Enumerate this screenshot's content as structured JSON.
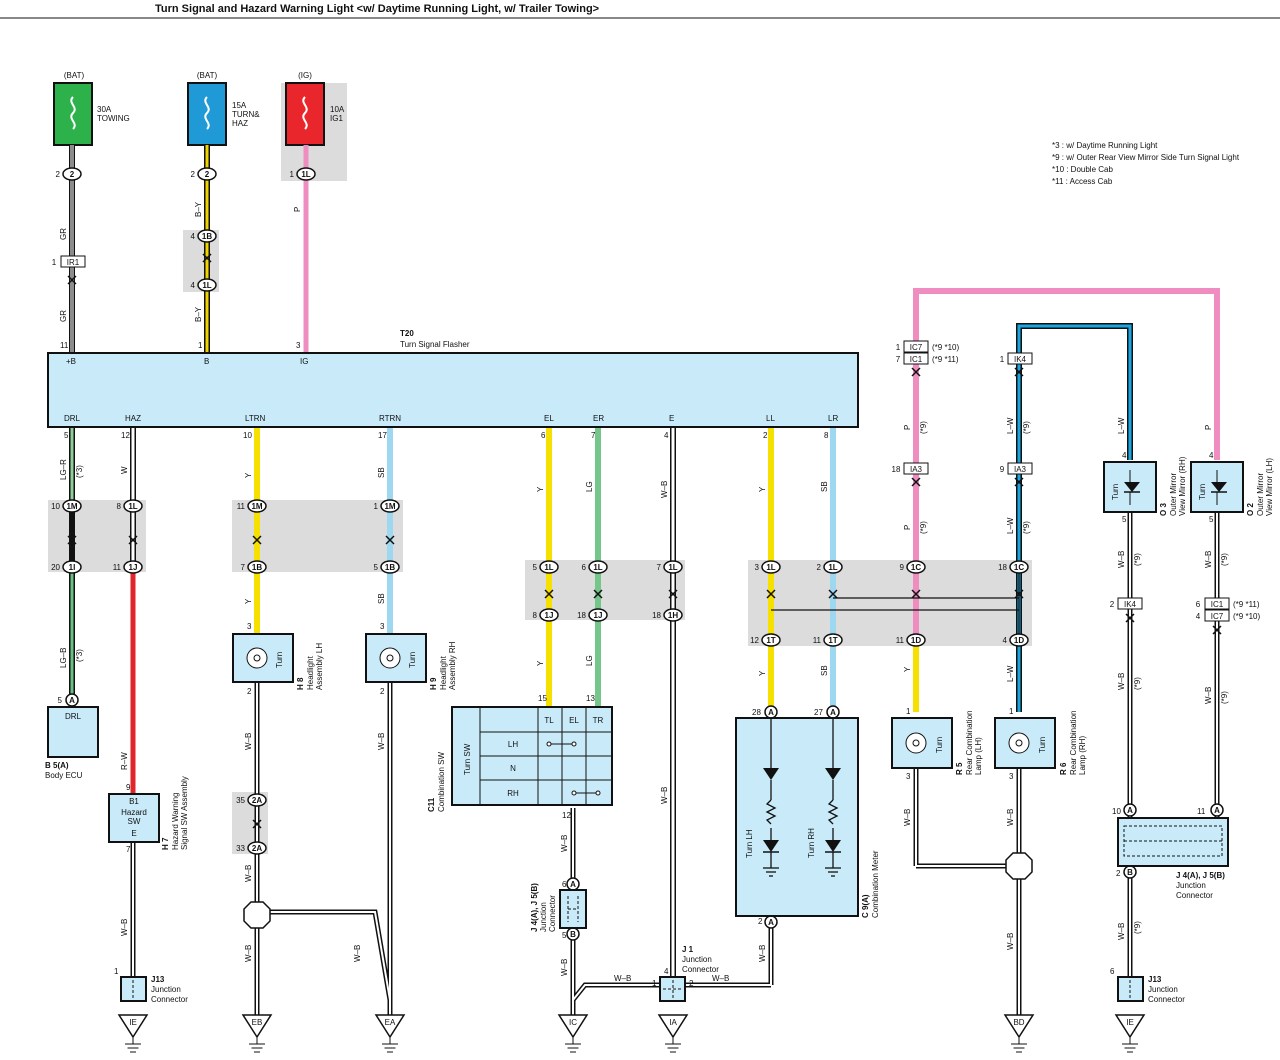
{
  "title": "Turn Signal and Hazard Warning Light <w/ Daytime Running Light, w/ Trailer Towing>",
  "notes": [
    "*3 : w/ Daytime Running Light",
    "*9 : w/ Outer Rear View Mirror Side Turn Signal Light",
    "*10 : Double Cab",
    "*11 : Access Cab"
  ],
  "colors": {
    "GR": "#8c8c8c",
    "B-Y": "#f0d400",
    "P": "#ef8cc0",
    "LG-R": "#8fcf9a",
    "W": "#ffffff",
    "Y": "#f5e000",
    "SB": "#9ed8f0",
    "LG": "#74c68a",
    "W-B": "#ffffff",
    "R-W": "#e0262b",
    "LG-B": "#6cbf82",
    "L-W": "#1aa6e0",
    "gray_box": "#dcdcdc",
    "comp_fill": "#c9ebf9"
  },
  "fuses": [
    {
      "source": "(BAT)",
      "amp": "30A",
      "name1": "TOWING",
      "name2": "",
      "color": "#2db14b",
      "pin": "2",
      "conn": "2"
    },
    {
      "source": "(BAT)",
      "amp": "15A",
      "name1": "TURN&",
      "name2": "HAZ",
      "color": "#1f9ad6",
      "pin": "2",
      "conn": "2"
    },
    {
      "source": "(IG)",
      "amp": "10A",
      "name1": "IG1",
      "name2": "",
      "color": "#e8262b",
      "pin": "1",
      "conn": "1L"
    }
  ],
  "flasher": {
    "id": "T20",
    "name": "Turn Signal Flasher",
    "top_pins": [
      {
        "label": "+B",
        "num": "11"
      },
      {
        "label": "B",
        "num": "1"
      },
      {
        "label": "IG",
        "num": "3"
      }
    ],
    "bottom_pins": [
      {
        "label": "DRL",
        "num": "5"
      },
      {
        "label": "HAZ",
        "num": "12"
      },
      {
        "label": "LTRN",
        "num": "10"
      },
      {
        "label": "RTRN",
        "num": "17"
      },
      {
        "label": "EL",
        "num": "6"
      },
      {
        "label": "ER",
        "num": "7"
      },
      {
        "label": "E",
        "num": "4"
      },
      {
        "label": "LL",
        "num": "2"
      },
      {
        "label": "LR",
        "num": "8"
      }
    ]
  },
  "components": {
    "body_ecu": {
      "label": "DRL",
      "id": "B 5(A)",
      "name": "Body ECU",
      "pin": "5",
      "conn": "A"
    },
    "hazard_sw": {
      "pin_top": "B1",
      "label1": "Hazard",
      "label2": "SW",
      "pin_bot": "E",
      "id": "H 7",
      "name1": "Hazard Warning",
      "name2": "Signal SW Assembly",
      "num_top": "9",
      "num_bot": "7"
    },
    "headlight_lh": {
      "text": "Turn",
      "id": "H 8",
      "name1": "Headlight",
      "name2": "Assembly LH",
      "pin_top": "3",
      "pin_bot": "2"
    },
    "headlight_rh": {
      "text": "Turn",
      "id": "H 9",
      "name1": "Headlight",
      "name2": "Assembly RH",
      "pin_top": "3",
      "pin_bot": "2"
    },
    "combo_sw": {
      "id": "C11",
      "name": "Combination SW",
      "row_header": "Turn SW",
      "cols": [
        "TL",
        "EL",
        "TR"
      ],
      "rows": [
        "LH",
        "N",
        "RH"
      ],
      "pin_tl": "15",
      "pin_tr": "13",
      "pin_bot": "12"
    },
    "combo_meter": {
      "id": "C 9(A)",
      "name": "Combination Meter",
      "lh": "Turn LH",
      "rh": "Turn RH",
      "pin_l": "28",
      "pin_r": "27",
      "conn": "A",
      "pin_bot": "2"
    },
    "rear_lh": {
      "text": "Turn",
      "id": "R 5",
      "name1": "Rear Combination",
      "name2": "Lamp (LH)",
      "pin_top": "1",
      "pin_bot": "3"
    },
    "rear_rh": {
      "text": "Turn",
      "id": "R 6",
      "name1": "Rear Combination",
      "name2": "Lamp (RH)",
      "pin_top": "1",
      "pin_bot": "3"
    },
    "mirror_rh": {
      "text": "Turn",
      "id": "O 3",
      "name1": "Outer Mirror",
      "name2": "View Mirror (RH)",
      "pin_top": "4",
      "pin_bot": "5"
    },
    "mirror_lh": {
      "text": "Turn",
      "id": "O 2",
      "name1": "Outer Mirror",
      "name2": "View Mirror (LH)",
      "pin_top": "4",
      "pin_bot": "5"
    },
    "jc_left": {
      "id": "J 4(A), J 5(B)",
      "name1": "Junction",
      "name2": "Connector",
      "pin_top": "6",
      "pin_bot": "5",
      "conn_top": "A",
      "conn_bot": "B"
    },
    "jc_right": {
      "id": "J 4(A), J 5(B)",
      "name1": "Junction",
      "name2": "Connector",
      "pin_l": "10",
      "pin_r": "11",
      "pin_bot": "2",
      "conn": "A",
      "conn_bot": "B"
    },
    "j1": {
      "id": "J 1",
      "name1": "Junction",
      "name2": "Connector",
      "pin_l": "1",
      "pin_r": "2",
      "pin_top": "4"
    },
    "j13a": {
      "id": "J13",
      "name1": "Junction",
      "name2": "Connector",
      "pin": "1"
    },
    "j13b": {
      "id": "J13",
      "name1": "Junction",
      "name2": "Connector",
      "pin": "6"
    }
  },
  "grounds": [
    "IE",
    "EB",
    "EA",
    "IC",
    "IA",
    "BD",
    "IE"
  ],
  "connectors": {
    "IR1": "IR1",
    "1B": "1B",
    "1L": "1L",
    "1M": "1M",
    "1I": "1I",
    "1J": "1J",
    "2A": "2A",
    "1H": "1H",
    "1T": "1T",
    "1D": "1D",
    "1C": "1C",
    "IA3": "IA3",
    "IC7": "IC7",
    "IC1": "IC1",
    "IK4": "IK4",
    "A": "A",
    "B": "B"
  },
  "wire_labels": {
    "GR": "GR",
    "BY": "B–Y",
    "P": "P",
    "LGR": "LG–R",
    "W": "W",
    "Y": "Y",
    "SB": "SB",
    "LG": "LG",
    "WB": "W–B",
    "RW": "R–W",
    "LGB": "LG–B",
    "LW": "L–W"
  },
  "tags": {
    "s3": "(*3)",
    "s9": "(*9)",
    "s9s10": "(*9 *10)",
    "s9s11": "(*9 *11)"
  }
}
